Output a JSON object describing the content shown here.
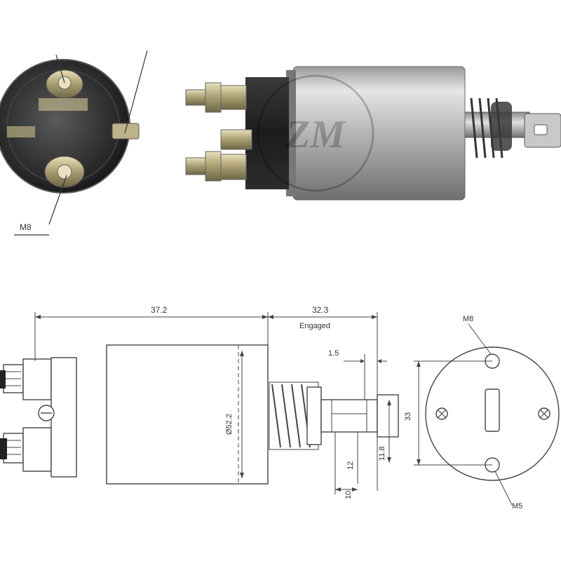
{
  "photo_labels": {
    "end_view_terminal": "M8"
  },
  "drawing_labels": {
    "body_length": "37.2",
    "stroke": "32.3",
    "stroke_note": "Engaged",
    "plunger_gap": "1.5",
    "body_diameter": "Ø52.2",
    "slot_width": "12",
    "plunger_end_length": "10",
    "plunger_diameter": "11.8",
    "flange_height": "33",
    "top_terminal": "M8",
    "bottom_terminal": "M5"
  },
  "watermark": "ZM",
  "colors": {
    "line": "#444444",
    "metal_dark": "#2a2a2a",
    "metal_light": "#d8d8d8"
  }
}
